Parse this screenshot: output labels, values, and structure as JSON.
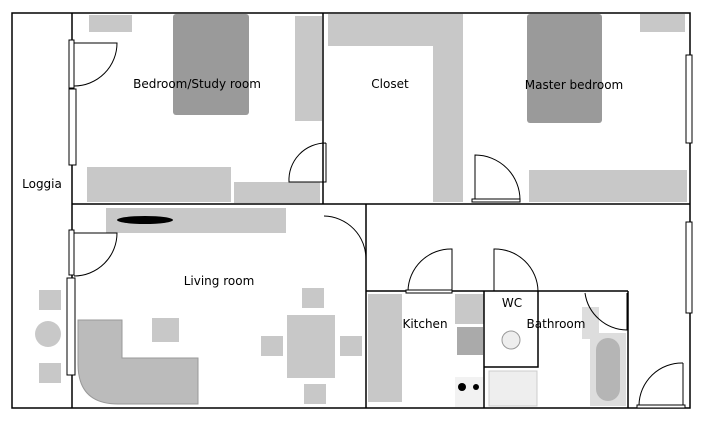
{
  "rooms": {
    "bedroom_study": "Bedroom/Study room",
    "closet": "Closet",
    "master_bedroom": "Master bedroom",
    "loggia": "Loggia",
    "living_room": "Living room",
    "kitchen": "Kitchen",
    "wc": "WC",
    "bathroom": "Bathroom"
  },
  "colors": {
    "wall": "#000000",
    "furniture": "#c8c8c8",
    "bed": "#9a9a9a"
  }
}
